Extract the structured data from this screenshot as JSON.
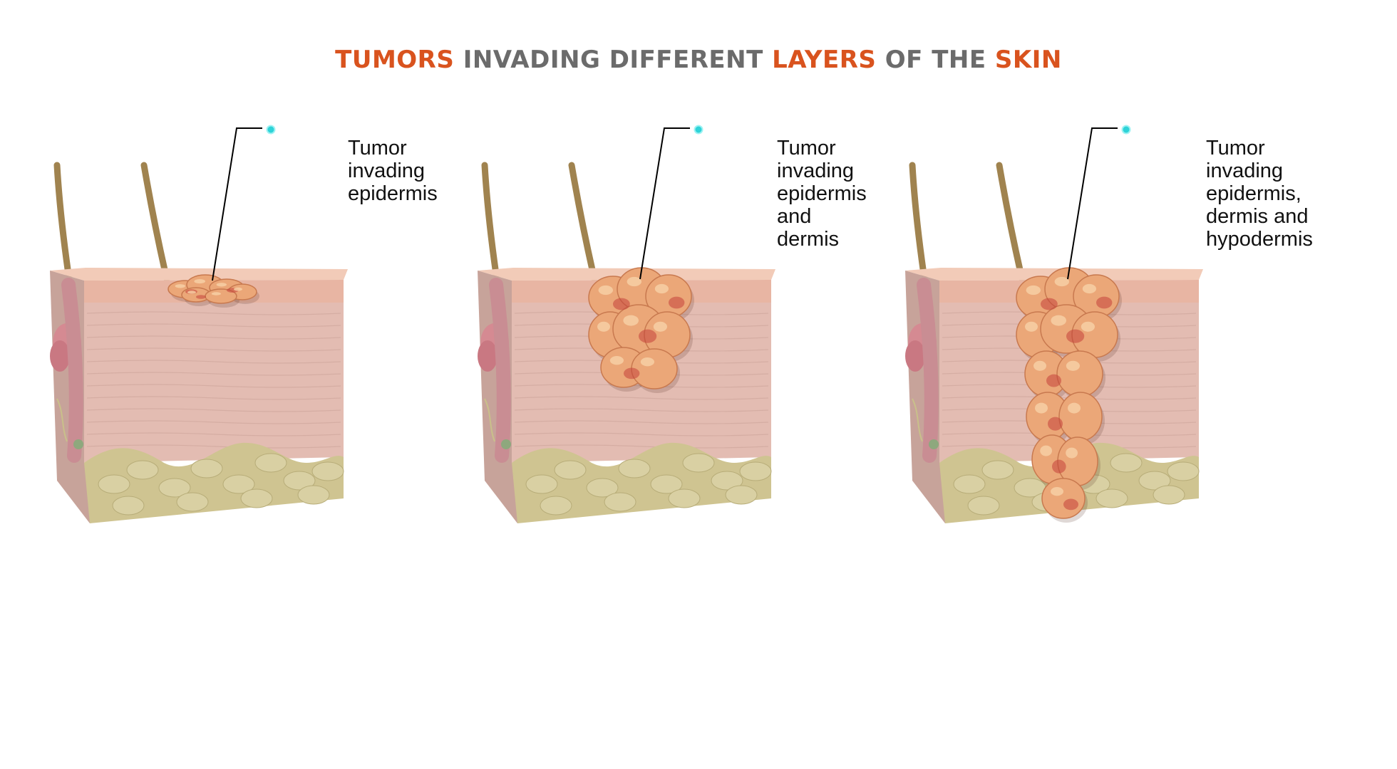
{
  "title": {
    "segments": [
      {
        "text": "TUMORS",
        "color": "#d9531e"
      },
      {
        "text": " INVADING DIFFERENT ",
        "color": "#6b6b6b"
      },
      {
        "text": "LAYERS",
        "color": "#d9531e"
      },
      {
        "text": " OF THE ",
        "color": "#6b6b6b"
      },
      {
        "text": "SKIN",
        "color": "#d9531e"
      }
    ]
  },
  "colors": {
    "accent": "#d9531e",
    "gray": "#6b6b6b",
    "marker": "#2ed3d8",
    "skin_top": "#f2cbb8",
    "epidermis": "#e8b5a3",
    "dermis": "#e3bcb2",
    "hypodermis": "#cfc491",
    "tumor": "#eba778",
    "tumor_red": "#c5413a",
    "hair": "#a0834f"
  },
  "panels": [
    {
      "label_lines": [
        "Tumor",
        "invading",
        "epidermis"
      ],
      "stage": "epidermis"
    },
    {
      "label_lines": [
        "Tumor",
        "invading",
        "epidermis",
        "and",
        "dermis"
      ],
      "stage": "dermis"
    },
    {
      "label_lines": [
        "Tumor",
        "invading",
        "epidermis,",
        "dermis and",
        "hypodermis"
      ],
      "stage": "hypodermis"
    }
  ]
}
